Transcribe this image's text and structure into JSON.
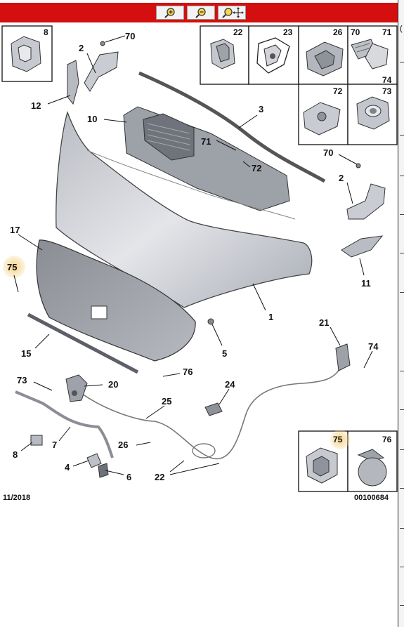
{
  "toolbar": {
    "buttons": [
      {
        "name": "zoom-in-button",
        "icon": "magnifier-plus-icon"
      },
      {
        "name": "zoom-out-button",
        "icon": "magnifier-minus-icon"
      },
      {
        "name": "pan-zoom-button",
        "icon": "magnifier-move-icon"
      }
    ],
    "color": "#d40f0f"
  },
  "callouts": {
    "c8": "8",
    "c2a": "2",
    "c70a": "70",
    "c12": "12",
    "c10": "10",
    "c3": "3",
    "c71": "71",
    "c72": "72",
    "c70b": "70",
    "c2b": "2",
    "c17": "17",
    "c75": "75",
    "c11": "11",
    "c1": "1",
    "c15": "15",
    "c5": "5",
    "c21": "21",
    "c74": "74",
    "c76": "76",
    "c73": "73",
    "c20": "20",
    "c24": "24",
    "c25": "25",
    "c7": "7",
    "c26": "26",
    "c8b": "8",
    "c4": "4",
    "c6": "6",
    "c22": "22"
  },
  "boxes": {
    "b22": "22",
    "b23": "23",
    "b26": "26",
    "b70": "70",
    "b71": "71",
    "b74": "74",
    "b72": "72",
    "b73": "73",
    "b75": "75",
    "b76": "76"
  },
  "highlight_color": "#f5d48a",
  "footer": {
    "date": "11/2018",
    "ref": "00100684"
  },
  "strip": {
    "char": "("
  }
}
